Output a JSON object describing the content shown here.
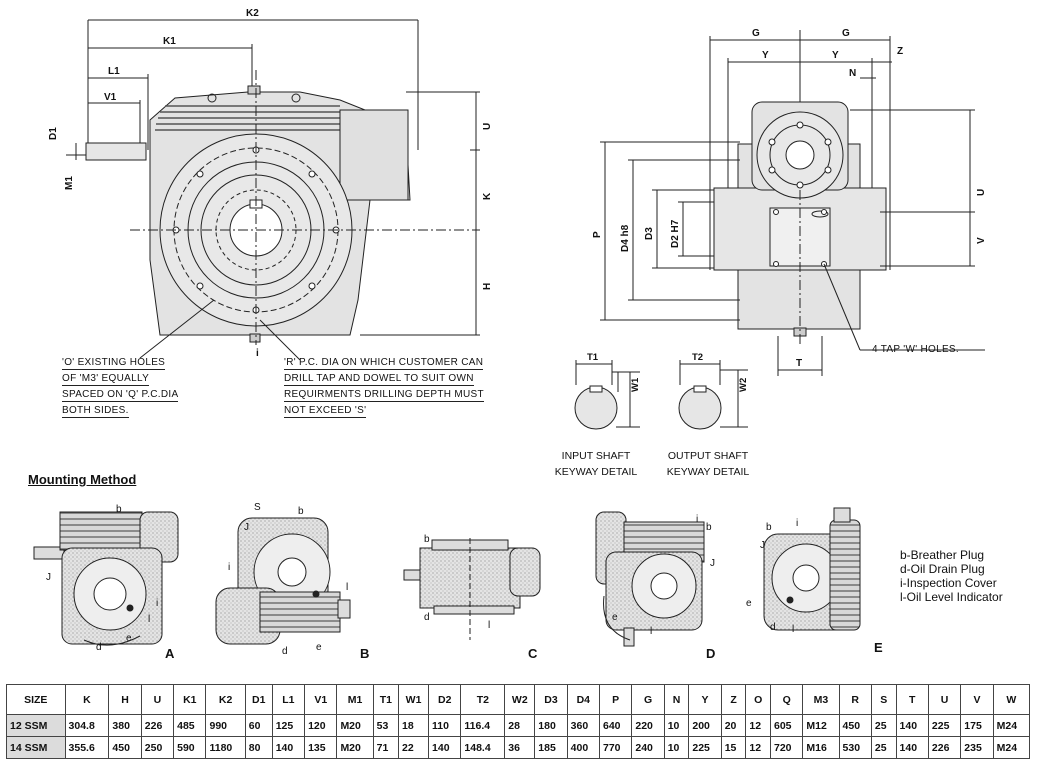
{
  "drawing": {
    "front_dims": {
      "k2": "K2",
      "k1": "K1",
      "l1": "L1",
      "v1": "V1",
      "d1": "D1",
      "m1": "M1",
      "u": "U",
      "k": "K",
      "h": "H",
      "i": "i"
    },
    "side_dims": {
      "g1": "G",
      "g2": "G",
      "y1": "Y",
      "y2": "Y",
      "z": "Z",
      "n": "N",
      "p": "P",
      "d4": "D4 h8",
      "d3": "D3",
      "d2": "D2 H7",
      "u": "U",
      "v": "V",
      "t": "T"
    },
    "keyway": {
      "t1": "T1",
      "w1": "W1",
      "t2": "T2",
      "w2": "W2"
    }
  },
  "notes": {
    "holes": [
      "'O' EXISTING HOLES",
      "OF 'M3' EQUALLY",
      "SPACED ON 'Q' P.C.DIA",
      "BOTH SIDES."
    ],
    "drill": [
      "'R' P.C. DIA ON WHICH CUSTOMER CAN",
      "DRILL TAP AND DOWEL TO SUIT OWN",
      "REQUIRMENTS DRILLING DEPTH MUST",
      "NOT EXCEED 'S'"
    ],
    "tap": "4 TAP 'W' HOLES.",
    "input_caption": [
      "INPUT SHAFT",
      "KEYWAY DETAIL"
    ],
    "output_caption": [
      "OUTPUT SHAFT",
      "KEYWAY DETAIL"
    ]
  },
  "mounting": {
    "title": "Mounting Method",
    "letters": [
      "A",
      "B",
      "C",
      "D",
      "E"
    ],
    "labels": {
      "b": "b",
      "d": "d",
      "e": "e",
      "i": "i",
      "l": "l",
      "j": "J",
      "s": "S"
    },
    "legend": [
      "b-Breather Plug",
      "d-Oil Drain Plug",
      "i-Inspection Cover",
      "l-Oil Level Indicator"
    ]
  },
  "table": {
    "headers": [
      "SIZE",
      "K",
      "H",
      "U",
      "K1",
      "K2",
      "D1",
      "L1",
      "V1",
      "M1",
      "T1",
      "W1",
      "D2",
      "T2",
      "W2",
      "D3",
      "D4",
      "P",
      "G",
      "N",
      "Y",
      "Z",
      "O",
      "Q",
      "M3",
      "R",
      "S",
      "T",
      "U",
      "V",
      "W"
    ],
    "rows": [
      [
        "12 SSM",
        "304.8",
        "380",
        "226",
        "485",
        "990",
        "60",
        "125",
        "120",
        "M20",
        "53",
        "18",
        "110",
        "116.4",
        "28",
        "180",
        "360",
        "640",
        "220",
        "10",
        "200",
        "20",
        "12",
        "605",
        "M12",
        "450",
        "25",
        "140",
        "225",
        "175",
        "M24"
      ],
      [
        "14 SSM",
        "355.6",
        "450",
        "250",
        "590",
        "1180",
        "80",
        "140",
        "135",
        "M20",
        "71",
        "22",
        "140",
        "148.4",
        "36",
        "185",
        "400",
        "770",
        "240",
        "10",
        "225",
        "15",
        "12",
        "720",
        "M16",
        "530",
        "25",
        "140",
        "226",
        "235",
        "M24"
      ]
    ]
  }
}
